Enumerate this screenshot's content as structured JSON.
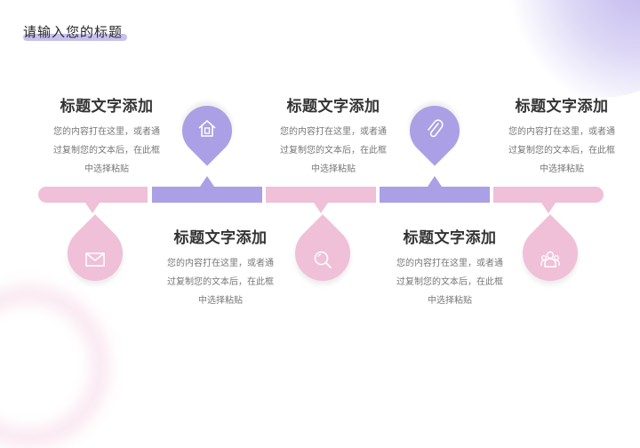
{
  "page": {
    "title": "请输入您的标题"
  },
  "colors": {
    "pink": "#efc0d7",
    "purple": "#ab9fe5",
    "title_text": "#333333",
    "body_text": "#777777"
  },
  "timeline": {
    "items": [
      {
        "position": "top",
        "title": "标题文字添加",
        "text_line1": "您的内容打在这里，或者通",
        "text_line2": "过复制您的文本后，在此框",
        "text_line3": "中选择粘贴",
        "icon": "mail-icon",
        "icon_color": "pink"
      },
      {
        "position": "bottom",
        "title": "标题文字添加",
        "text_line1": "您的内容打在这里，或者通",
        "text_line2": "过复制您的文本后，在此框",
        "text_line3": "中选择粘贴",
        "icon": "home-icon",
        "icon_color": "purple"
      },
      {
        "position": "top",
        "title": "标题文字添加",
        "text_line1": "您的内容打在这里，或者通",
        "text_line2": "过复制您的文本后，在此框",
        "text_line3": "中选择粘贴",
        "icon": "search-icon",
        "icon_color": "pink"
      },
      {
        "position": "bottom",
        "title": "标题文字添加",
        "text_line1": "您的内容打在这里，或者通",
        "text_line2": "过复制您的文本后，在此框",
        "text_line3": "中选择粘贴",
        "icon": "paperclip-icon",
        "icon_color": "purple"
      },
      {
        "position": "top",
        "title": "标题文字添加",
        "text_line1": "您的内容打在这里，或者通",
        "text_line2": "过复制您的文本后，在此框",
        "text_line3": "中选择粘贴",
        "icon": "users-icon",
        "icon_color": "pink"
      }
    ]
  }
}
